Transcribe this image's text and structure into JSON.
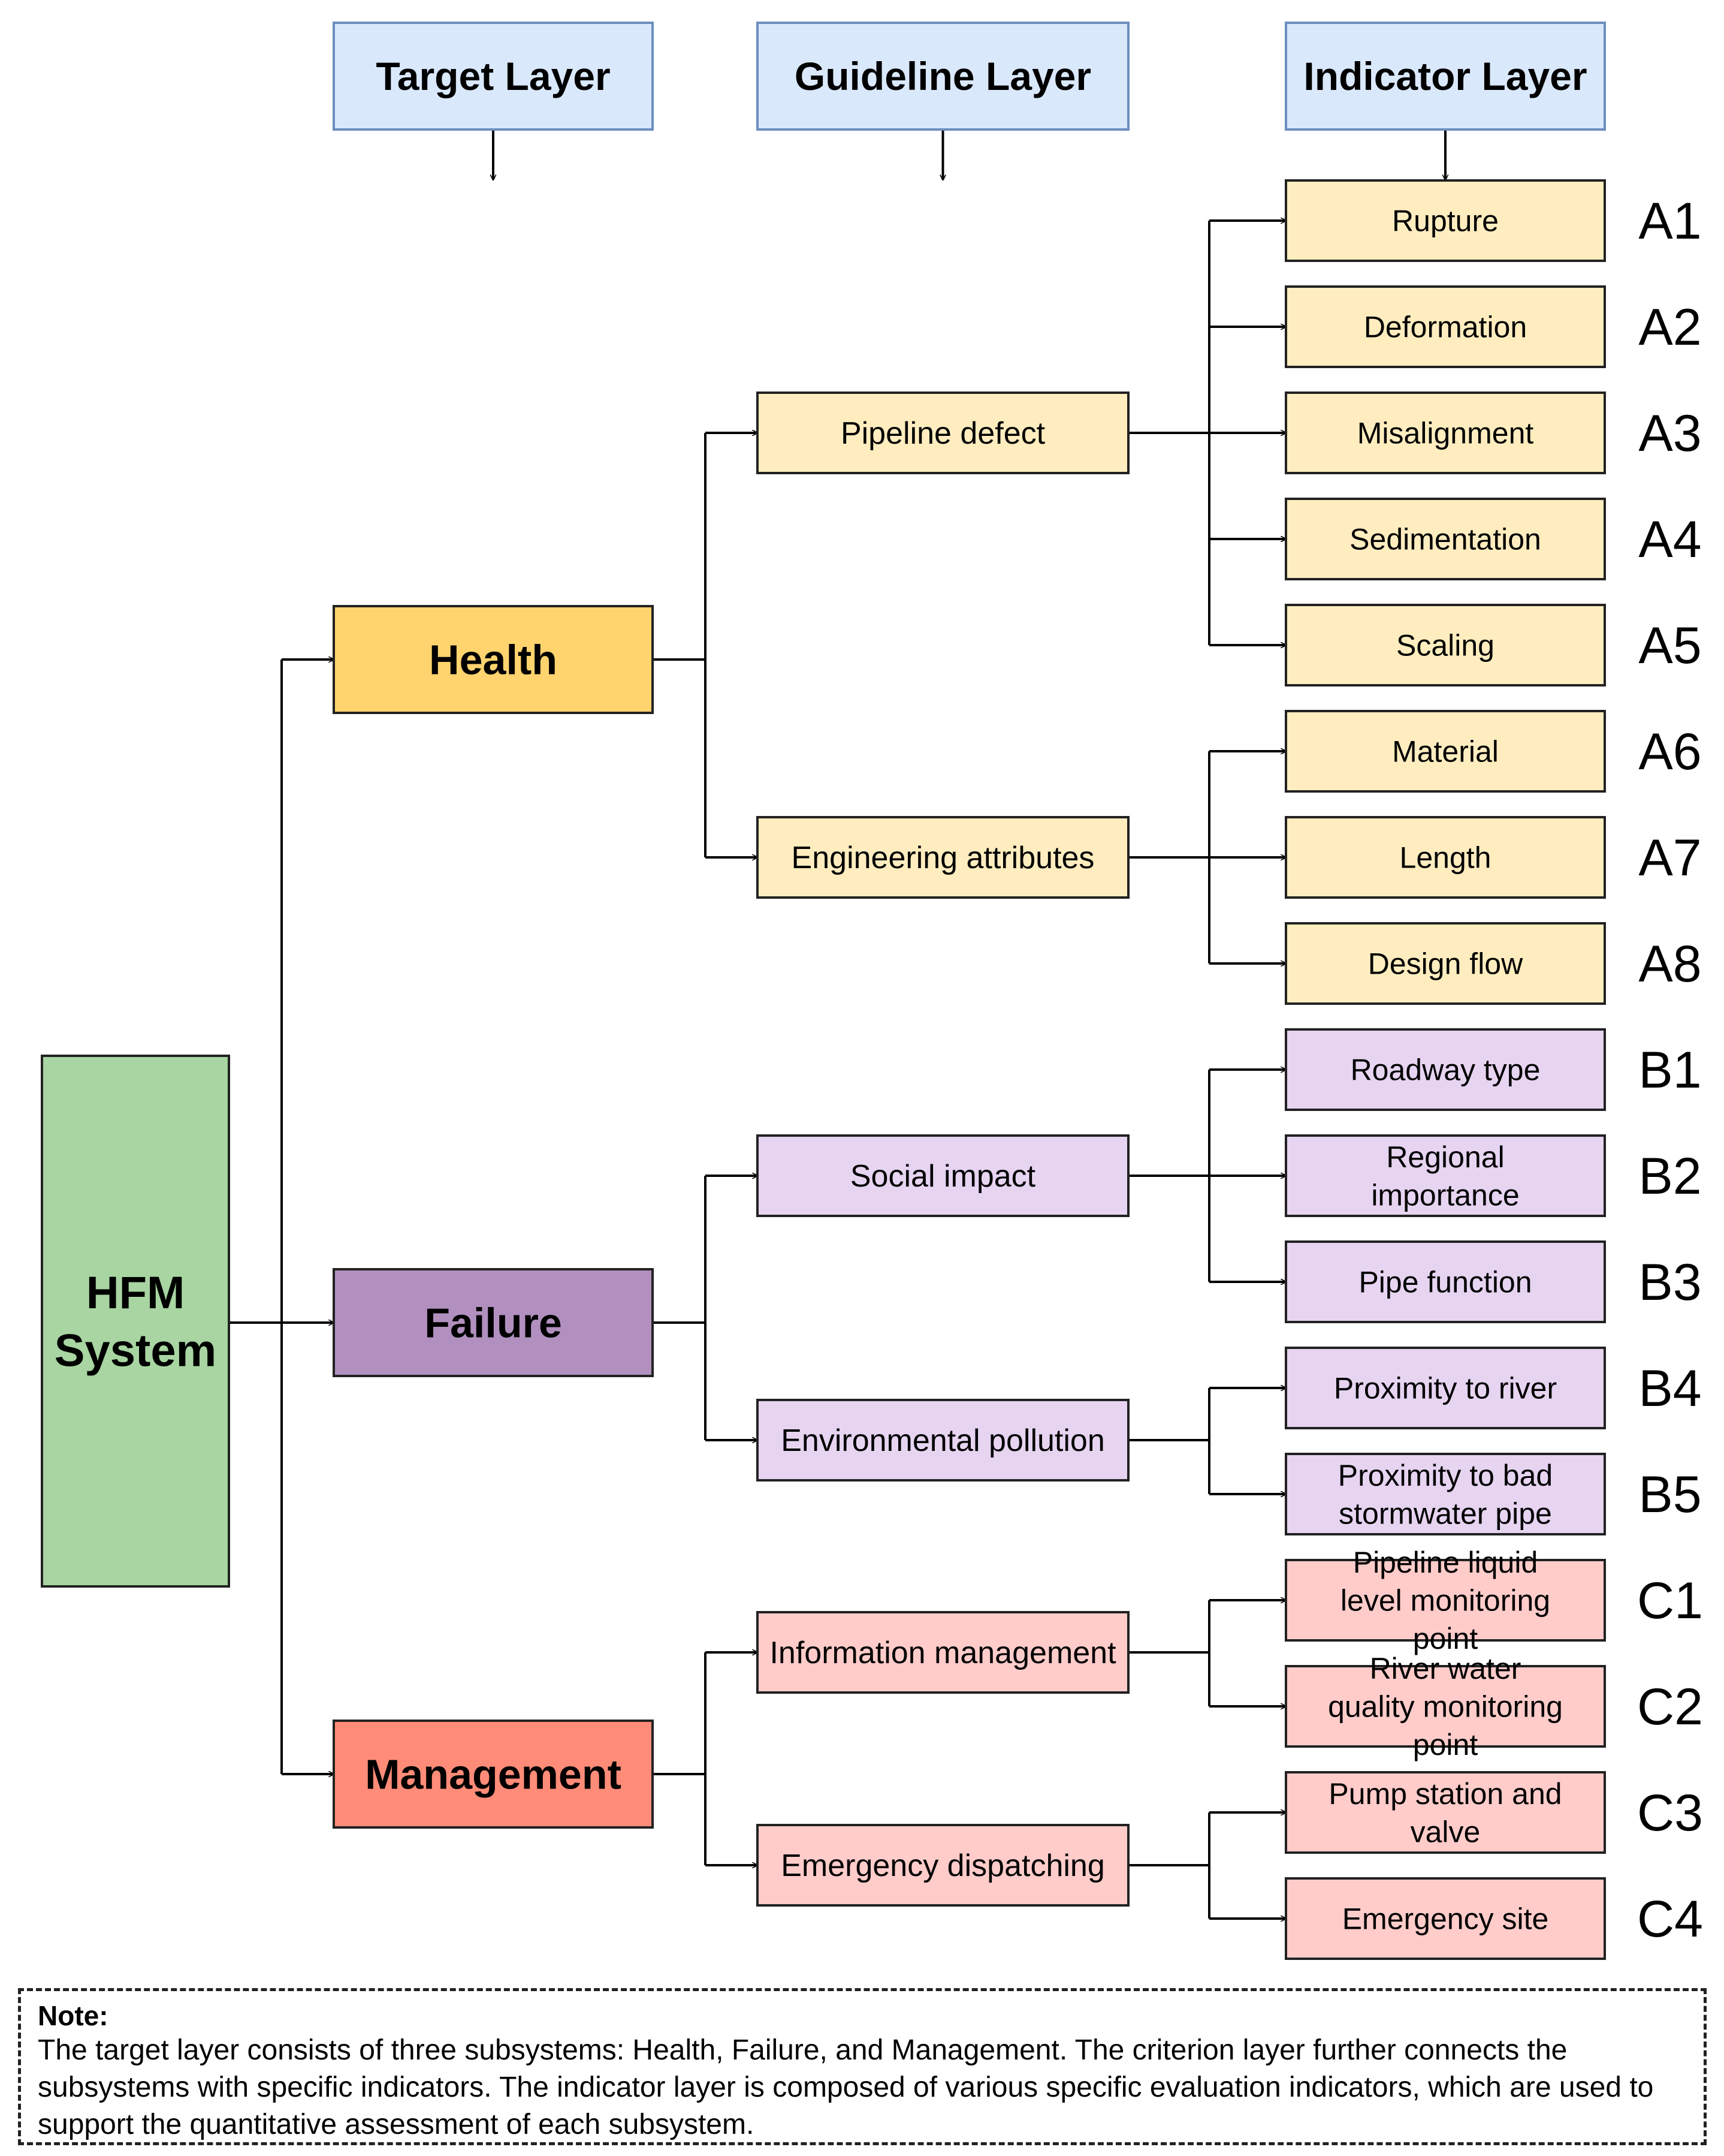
{
  "layers": [
    "Target Layer",
    "Guideline Layer",
    "Indicator Layer"
  ],
  "root": "HFM System",
  "subsystems": [
    {
      "label": "Health",
      "color": "#FFD46E",
      "criteria": [
        {
          "label": "Pipeline defect",
          "indicators": [
            {
              "label": "Rupture",
              "code": "A1"
            },
            {
              "label": "Deformation",
              "code": "A2"
            },
            {
              "label": "Misalignment",
              "code": "A3"
            },
            {
              "label": "Sedimentation",
              "code": "A4"
            },
            {
              "label": "Scaling",
              "code": "A5"
            }
          ]
        },
        {
          "label": "Engineering attributes",
          "indicators": [
            {
              "label": "Material",
              "code": "A6"
            },
            {
              "label": "Length",
              "code": "A7"
            },
            {
              "label": "Design flow",
              "code": "A8"
            }
          ]
        }
      ]
    },
    {
      "label": "Failure",
      "color": "#B190BF",
      "criteria": [
        {
          "label": "Social impact",
          "indicators": [
            {
              "label": "Roadway type",
              "code": "B1"
            },
            {
              "label": "Regional importance",
              "code": "B2"
            },
            {
              "label": "Pipe function",
              "code": "B3"
            }
          ]
        },
        {
          "label": "Environmental pollution",
          "indicators": [
            {
              "label": "Proximity to river",
              "code": "B4"
            },
            {
              "label": "Proximity to bad stormwater pipe",
              "code": "B5"
            }
          ]
        }
      ]
    },
    {
      "label": "Management",
      "color": "#FF8C78",
      "criteria": [
        {
          "label": "Information management",
          "indicators": [
            {
              "label": "Pipeline liquid level monitoring point",
              "code": "C1"
            },
            {
              "label": "River water quality monitoring point",
              "code": "C2"
            }
          ]
        },
        {
          "label": "Emergency dispatching",
          "indicators": [
            {
              "label": "Pump station and valve",
              "code": "C3"
            },
            {
              "label": "Emergency site",
              "code": "C4"
            }
          ]
        }
      ]
    }
  ],
  "colors": {
    "layer_header": "#DAE8FC",
    "root": "#A8D5A2",
    "health_light": "#FFEDBF",
    "failure_light": "#E6D4F1",
    "management_light": "#FFCCCA"
  },
  "note": {
    "heading": "Note:",
    "text": "The target layer consists of three subsystems: Health, Failure, and Management. The criterion layer further connects the subsystems with specific indicators. The indicator layer is composed of various specific evaluation indicators, which are used to support the quantitative assessment of each subsystem."
  }
}
